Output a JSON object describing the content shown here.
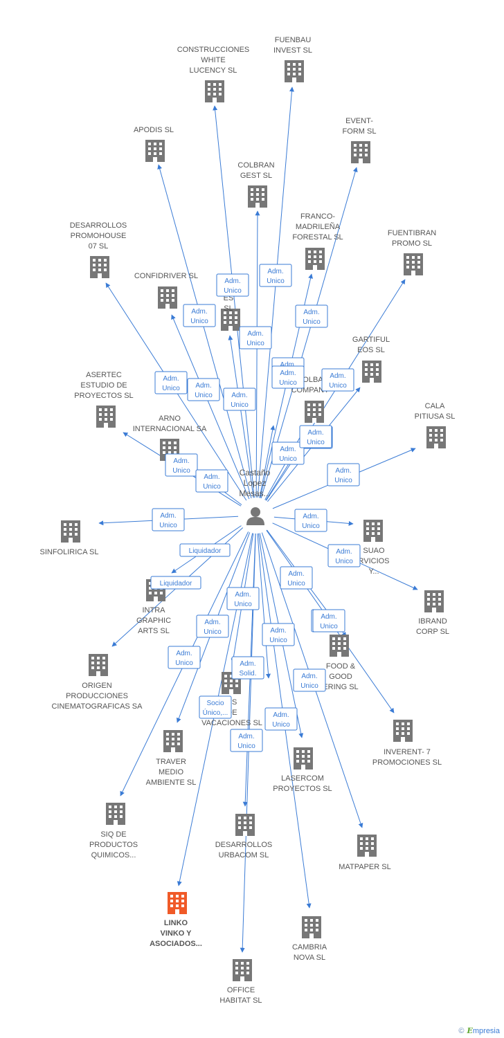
{
  "center": {
    "label_lines": [
      "Castaño",
      "Lopez",
      "Mesas..."
    ],
    "icon": "person-icon"
  },
  "colors": {
    "edge": "#3a7bd5",
    "building": "#777777",
    "highlight": "#f05a28",
    "text": "#555555"
  },
  "companies": [
    {
      "id": "construcciones-white",
      "lines": [
        "CONSTRUCCIONES",
        "WHITE",
        "LUCENCY SL"
      ],
      "highlight": false
    },
    {
      "id": "fuenbau",
      "lines": [
        "FUENBAU",
        "INVEST SL"
      ],
      "highlight": false
    },
    {
      "id": "apodis",
      "lines": [
        "APODIS SL"
      ],
      "highlight": false
    },
    {
      "id": "event-form",
      "lines": [
        "EVENT-",
        "FORM SL"
      ],
      "highlight": false
    },
    {
      "id": "colbran-gest",
      "lines": [
        "COLBRAN",
        "GEST SL"
      ],
      "highlight": false
    },
    {
      "id": "desarrollos-promohouse",
      "lines": [
        "DESARROLLOS",
        "PROMOHOUSE",
        "07 SL"
      ],
      "highlight": false
    },
    {
      "id": "franco-madrilena",
      "lines": [
        "FRANCO-",
        "MADRILEÑA",
        "FORESTAL SL"
      ],
      "highlight": false
    },
    {
      "id": "fuentibran",
      "lines": [
        "FUENTIBRAN",
        "PROMO SL"
      ],
      "highlight": false
    },
    {
      "id": "confidriver",
      "lines": [
        "CONFIDRIVER SL"
      ],
      "highlight": false
    },
    {
      "id": "ge-technologies",
      "lines": [
        "GE",
        "TECH",
        "ES",
        "SL"
      ],
      "highlight": false
    },
    {
      "id": "gartiful",
      "lines": [
        "GARTIFUL",
        "EOS  SL"
      ],
      "highlight": false
    },
    {
      "id": "asertec",
      "lines": [
        "ASERTEC",
        "ESTUDIO DE",
        "PROYECTOS SL"
      ],
      "highlight": false
    },
    {
      "id": "colbar-company",
      "lines": [
        "COLBA",
        "COMPANY"
      ],
      "highlight": false
    },
    {
      "id": "cala-pitiusa",
      "lines": [
        "CALA",
        "PITIUSA SL"
      ],
      "highlight": false
    },
    {
      "id": "arno",
      "lines": [
        "ARNO",
        "INTERNACIONAL SA"
      ],
      "highlight": false
    },
    {
      "id": "sinfolirica",
      "lines": [
        "SINFOLIRICA SL"
      ],
      "highlight": false
    },
    {
      "id": "suao-servicios",
      "lines": [
        "SUAO",
        "RVICIOS",
        "Y..."
      ],
      "highlight": false
    },
    {
      "id": "intra-graphic",
      "lines": [
        "INTRA",
        "GRAPHIC",
        "ARTS  SL"
      ],
      "highlight": false
    },
    {
      "id": "ibrand",
      "lines": [
        "IBRAND",
        "CORP SL"
      ],
      "highlight": false
    },
    {
      "id": "origen",
      "lines": [
        "ORIGEN",
        "PRODUCCIONES",
        "CINEMATOGRAFICAS SA"
      ],
      "highlight": false
    },
    {
      "id": "food-good",
      "lines": [
        "FOOD &",
        "GOOD",
        "ERING SL"
      ],
      "highlight": false
    },
    {
      "id": "vacaciones",
      "lines": [
        "ES",
        "DE",
        "VACACIONES SL"
      ],
      "highlight": false
    },
    {
      "id": "inverent",
      "lines": [
        "INVERENT- 7",
        "PROMOCIONES SL"
      ],
      "highlight": false
    },
    {
      "id": "traver",
      "lines": [
        "TRAVER",
        "MEDIO",
        "AMBIENTE SL"
      ],
      "highlight": false
    },
    {
      "id": "lasercom",
      "lines": [
        "LASERCOM",
        "PROYECTOS SL"
      ],
      "highlight": false
    },
    {
      "id": "siq",
      "lines": [
        "SIQ DE",
        "PRODUCTOS",
        "QUIMICOS..."
      ],
      "highlight": false
    },
    {
      "id": "desarrollos-urbacom",
      "lines": [
        "DESARROLLOS",
        "URBACOM SL"
      ],
      "highlight": false
    },
    {
      "id": "matpaper",
      "lines": [
        "MATPAPER SL"
      ],
      "highlight": false
    },
    {
      "id": "linko-vinko",
      "lines": [
        "LINKO",
        "VINKO Y",
        "ASOCIADOS..."
      ],
      "highlight": true
    },
    {
      "id": "cambria-nova",
      "lines": [
        "CAMBRIA",
        "NOVA SL"
      ],
      "highlight": false
    },
    {
      "id": "office-habitat",
      "lines": [
        "OFFICE",
        "HABITAT SL"
      ],
      "highlight": false
    }
  ],
  "edges": [
    {
      "to": "construcciones-white",
      "label_lines": [
        "Adm.",
        "Unico"
      ]
    },
    {
      "to": "fuenbau",
      "label_lines": [
        "Adm.",
        "Unico"
      ]
    },
    {
      "to": "apodis",
      "label_lines": [
        "Adm.",
        "Unico"
      ]
    },
    {
      "to": "event-form",
      "label_lines": [
        "Adm.",
        "Unico"
      ]
    },
    {
      "to": "colbran-gest",
      "label_lines": [
        "Adm.",
        "Unico"
      ]
    },
    {
      "to": "desarrollos-promohouse",
      "label_lines": [
        "Adm.",
        "Unico"
      ]
    },
    {
      "to": "franco-madrilena",
      "label_lines": [
        "Adm.",
        "Unico"
      ]
    },
    {
      "to": "fuentibran",
      "label_lines": [
        "Adm.",
        "Unico"
      ]
    },
    {
      "to": "confidriver",
      "label_lines": [
        "Adm.",
        "Unico"
      ]
    },
    {
      "to": "ge-technologies",
      "label_lines": [
        "Adm.",
        "Unico"
      ]
    },
    {
      "to": "gartiful",
      "label_lines": [
        "Adm.",
        "Unico"
      ]
    },
    {
      "to": "asertec",
      "label_lines": [
        "Adm.",
        "Unico"
      ]
    },
    {
      "to": "colbar-company",
      "label_lines": [
        "Adm.",
        "Unico"
      ]
    },
    {
      "to": "cala-pitiusa",
      "label_lines": [
        "Adm.",
        "Unico"
      ]
    },
    {
      "to": "arno",
      "label_lines": [
        "Adm.",
        "Unico"
      ]
    },
    {
      "to": "sinfolirica",
      "label_lines": [
        "Adm.",
        "Unico"
      ]
    },
    {
      "to": "suao-servicios",
      "label_lines": [
        "Adm.",
        "Unico"
      ]
    },
    {
      "to": "intra-graphic",
      "label_lines": [
        "Liquidador"
      ]
    },
    {
      "to": "ibrand",
      "label_lines": [
        "Adm.",
        "Unico"
      ]
    },
    {
      "to": "origen",
      "label_lines": [
        "Liquidador"
      ]
    },
    {
      "to": "food-good",
      "label_lines": [
        "Adm.",
        "Unico"
      ]
    },
    {
      "to": "vacaciones",
      "label_lines": [
        "Adm.",
        "Unico"
      ]
    },
    {
      "to": "inverent",
      "label_lines": [
        "Adm.",
        "Unico"
      ]
    },
    {
      "to": "traver",
      "label_lines": [
        "Adm.",
        "Unico"
      ]
    },
    {
      "to": "lasercom",
      "label_lines": [
        "Adm.",
        "Unico"
      ]
    },
    {
      "to": "siq",
      "label_lines": [
        "Adm.",
        "Unico"
      ]
    },
    {
      "to": "desarrollos-urbacom",
      "label_lines": [
        "Adm.",
        "Solid."
      ]
    },
    {
      "to": "matpaper",
      "label_lines": [
        "Adm.",
        "Unico"
      ]
    },
    {
      "to": "linko-vinko",
      "label_lines": [
        "Socio",
        "Único,..."
      ]
    },
    {
      "to": "cambria-nova",
      "label_lines": [
        "Adm.",
        "Unico"
      ]
    },
    {
      "to": "office-habitat",
      "label_lines": [
        "Adm.",
        "Unico"
      ]
    },
    {
      "to": "extra-1",
      "label_lines": [
        "Adm.",
        "Unico"
      ]
    },
    {
      "to": "extra-2",
      "label_lines": [
        "Adm.",
        "Unico"
      ]
    },
    {
      "to": "extra-3",
      "label_lines": [
        "Adm.",
        "Unico"
      ]
    }
  ],
  "footer": {
    "copyright": "©",
    "brand_initial": "E",
    "brand_rest": "mpresia"
  }
}
